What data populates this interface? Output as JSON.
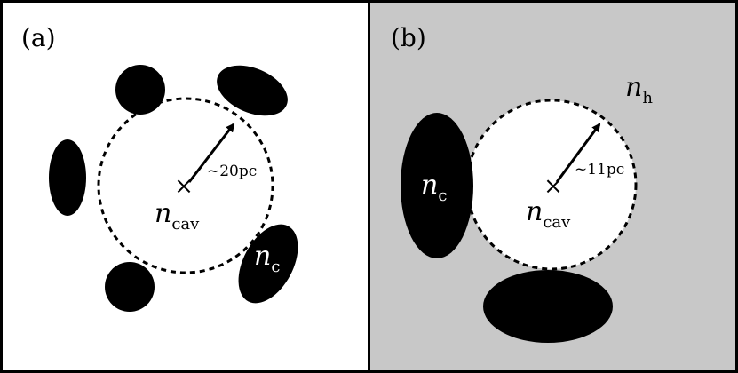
{
  "panel_a": {
    "label": "(a)",
    "radius_label": "~20pc",
    "center_symbol": "n",
    "center_subscript": "cav",
    "clump_symbol": "n",
    "clump_subscript": "c"
  },
  "panel_b": {
    "label": "(b)",
    "radius_label": "~11pc",
    "center_symbol": "n",
    "center_subscript": "cav",
    "clump_symbol": "n",
    "clump_subscript": "c",
    "medium_symbol": "n",
    "medium_subscript": "h"
  },
  "colors": {
    "background_a": "#ffffff",
    "background_b": "#c8c8c8",
    "clump": "#000000",
    "cavity": "#ffffff",
    "border": "#000000"
  }
}
